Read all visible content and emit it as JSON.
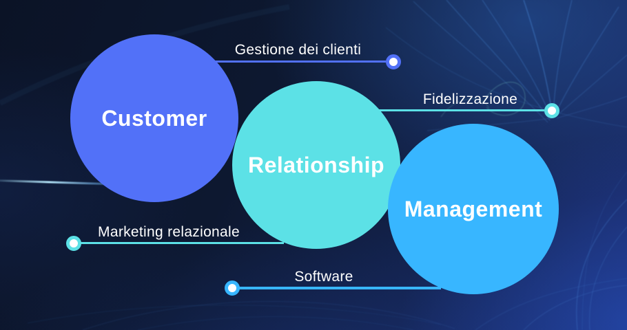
{
  "diagram": {
    "circles": [
      {
        "id": "customer",
        "label": "Customer",
        "color": "#5271f8"
      },
      {
        "id": "relationship",
        "label": "Relationship",
        "color": "#5ce1e6"
      },
      {
        "id": "management",
        "label": "Management",
        "color": "#38b6ff"
      }
    ],
    "callouts": [
      {
        "id": "gestione-dei-clienti",
        "label": "Gestione dei clienti",
        "color": "#5271f8",
        "marker_side": "right"
      },
      {
        "id": "fidelizzazione",
        "label": "Fidelizzazione",
        "color": "#5ce1e6",
        "marker_side": "right"
      },
      {
        "id": "marketing-relazionale",
        "label": "Marketing relazionale",
        "color": "#5ce1e6",
        "marker_side": "left"
      },
      {
        "id": "software",
        "label": "Software",
        "color": "#38b6ff",
        "marker_side": "left"
      }
    ],
    "colors": {
      "background_top_left": "#0c1428",
      "background_bottom_right": "#1c2c6e",
      "text": "#ffffff"
    }
  }
}
